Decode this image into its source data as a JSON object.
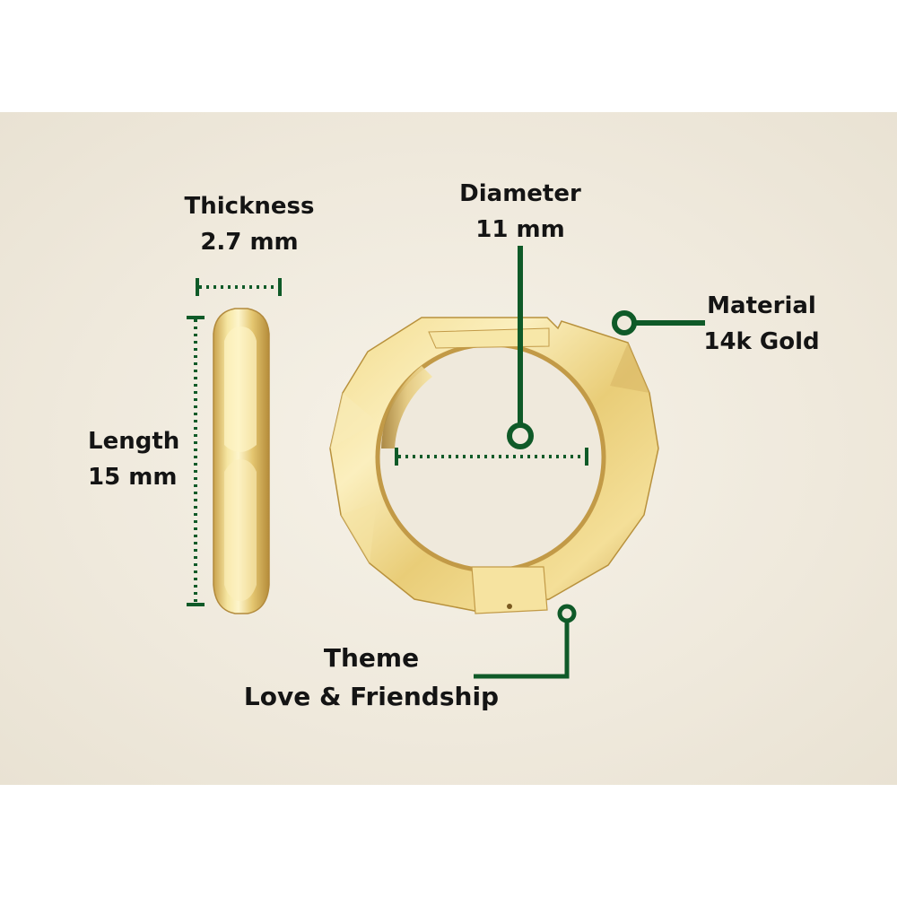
{
  "specs": {
    "thickness": {
      "label": "Thickness",
      "value": "2.7 mm"
    },
    "diameter": {
      "label": "Diameter",
      "value": "11 mm"
    },
    "material": {
      "label": "Material",
      "value": "14k Gold"
    },
    "length": {
      "label": "Length",
      "value": "15 mm"
    },
    "theme": {
      "label": "Theme",
      "value": "Love & Friendship"
    }
  },
  "colors": {
    "accent_green": "#0f5a28",
    "gold_light": "#fbf0b8",
    "gold_mid": "#e8cc74",
    "gold_dark": "#b8913c",
    "background": "#efe9dc"
  }
}
